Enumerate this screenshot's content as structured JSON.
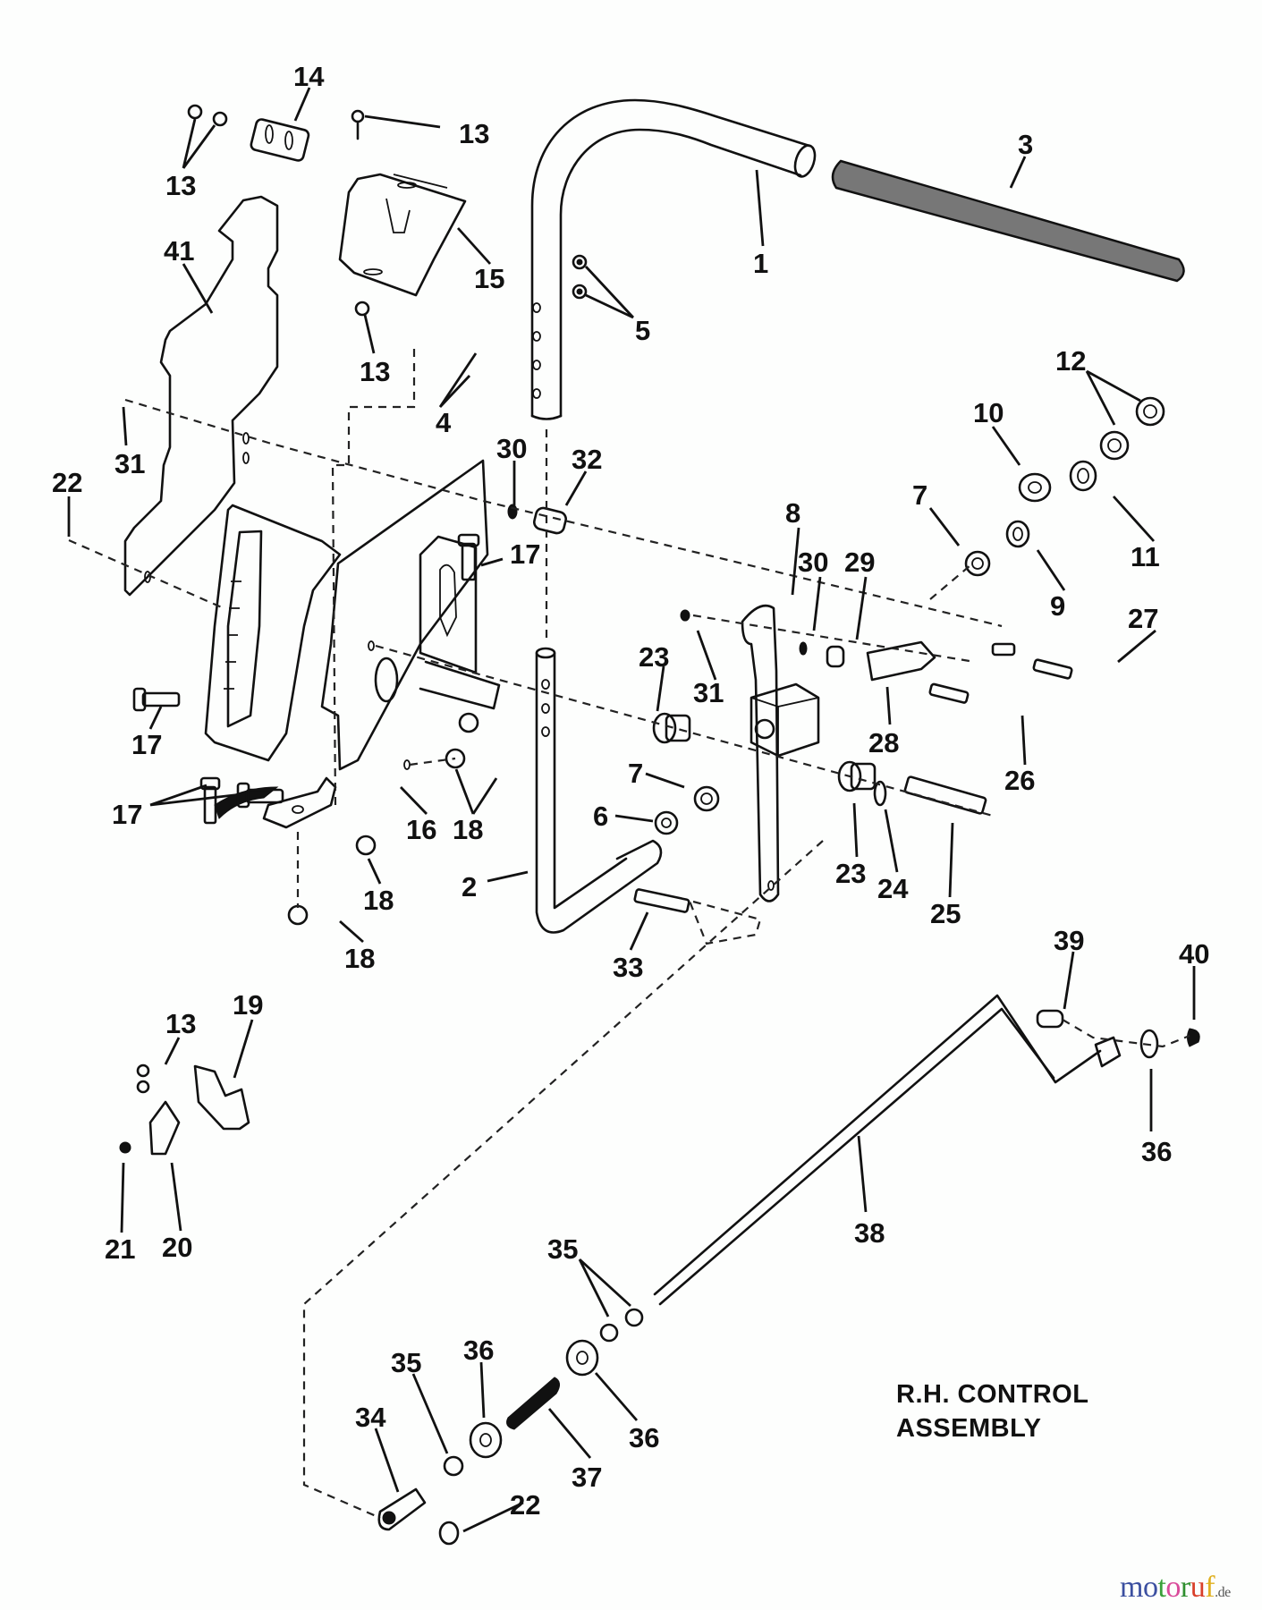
{
  "diagram": {
    "title_line1": "R.H. CONTROL",
    "title_line2": "ASSEMBLY",
    "watermark": {
      "text": "motoruf",
      "suffix": ".de"
    },
    "callouts": [
      {
        "id": "c14a",
        "label": "14"
      },
      {
        "id": "c13a",
        "label": "13"
      },
      {
        "id": "c13b",
        "label": "13"
      },
      {
        "id": "c41",
        "label": "41"
      },
      {
        "id": "c15",
        "label": "15"
      },
      {
        "id": "c13c",
        "label": "13"
      },
      {
        "id": "c1",
        "label": "1"
      },
      {
        "id": "c3",
        "label": "3"
      },
      {
        "id": "c5",
        "label": "5"
      },
      {
        "id": "c4",
        "label": "4"
      },
      {
        "id": "c31a",
        "label": "31"
      },
      {
        "id": "c22a",
        "label": "22"
      },
      {
        "id": "c30a",
        "label": "30"
      },
      {
        "id": "c32",
        "label": "32"
      },
      {
        "id": "c12",
        "label": "12"
      },
      {
        "id": "c10",
        "label": "10"
      },
      {
        "id": "c7a",
        "label": "7"
      },
      {
        "id": "c8",
        "label": "8"
      },
      {
        "id": "c30b",
        "label": "30"
      },
      {
        "id": "c29",
        "label": "29"
      },
      {
        "id": "c11",
        "label": "11"
      },
      {
        "id": "c9",
        "label": "9"
      },
      {
        "id": "c27",
        "label": "27"
      },
      {
        "id": "c17a",
        "label": "17"
      },
      {
        "id": "c17b",
        "label": "17"
      },
      {
        "id": "c23a",
        "label": "23"
      },
      {
        "id": "c31b",
        "label": "31"
      },
      {
        "id": "c28",
        "label": "28"
      },
      {
        "id": "c26",
        "label": "26"
      },
      {
        "id": "c7b",
        "label": "7"
      },
      {
        "id": "c6",
        "label": "6"
      },
      {
        "id": "c17c",
        "label": "17"
      },
      {
        "id": "c16",
        "label": "16"
      },
      {
        "id": "c18a",
        "label": "18"
      },
      {
        "id": "c23b",
        "label": "23"
      },
      {
        "id": "c24",
        "label": "24"
      },
      {
        "id": "c25",
        "label": "25"
      },
      {
        "id": "c2",
        "label": "2"
      },
      {
        "id": "c18b",
        "label": "18"
      },
      {
        "id": "c18c",
        "label": "18"
      },
      {
        "id": "c33",
        "label": "33"
      },
      {
        "id": "c39",
        "label": "39"
      },
      {
        "id": "c40",
        "label": "40"
      },
      {
        "id": "c19",
        "label": "19"
      },
      {
        "id": "c13d",
        "label": "13"
      },
      {
        "id": "c36a",
        "label": "36"
      },
      {
        "id": "c38",
        "label": "38"
      },
      {
        "id": "c21",
        "label": "21"
      },
      {
        "id": "c20",
        "label": "20"
      },
      {
        "id": "c35a",
        "label": "35"
      },
      {
        "id": "c35b",
        "label": "35"
      },
      {
        "id": "c36b",
        "label": "36"
      },
      {
        "id": "c34",
        "label": "34"
      },
      {
        "id": "c37",
        "label": "37"
      },
      {
        "id": "c36c",
        "label": "36"
      },
      {
        "id": "c22b",
        "label": "22"
      }
    ]
  }
}
